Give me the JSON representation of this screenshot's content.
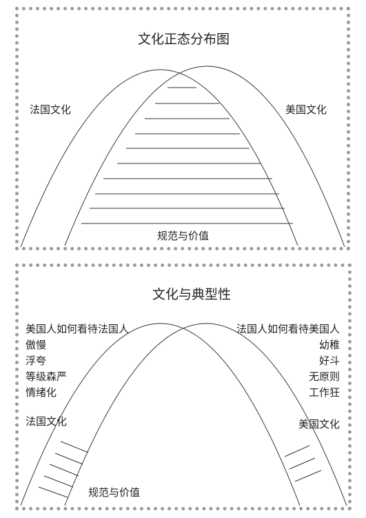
{
  "panel1": {
    "title": "文化正态分布图",
    "left_label": "法国文化",
    "right_label": "美国文化",
    "bottom_label": "规范与价值"
  },
  "panel2": {
    "title": "文化与典型性",
    "left_heading": "美国人如何看待法国人",
    "left_traits": [
      "傲慢",
      "浮夸",
      "等级森严",
      "情绪化"
    ],
    "right_heading": "法国人如何看待美国人",
    "right_traits": [
      "幼稚",
      "好斗",
      "无原则",
      "工作狂"
    ],
    "left_culture": "法国文化",
    "right_culture": "美国文化",
    "bottom_label": "规范与价值"
  }
}
